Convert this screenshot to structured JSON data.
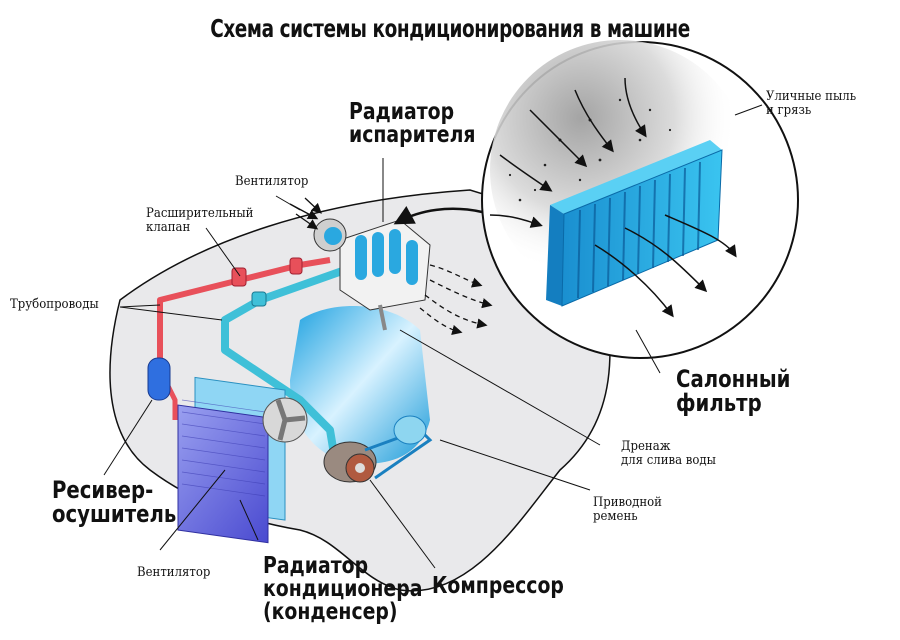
{
  "title": "Схема системы кондиционирования в машине",
  "labels": {
    "evaporator": [
      "Радиатор",
      "испарителя"
    ],
    "fan_top": "Вентилятор",
    "expansion_valve": [
      "Расширительный",
      "клапан"
    ],
    "pipes": "Трубопроводы",
    "street_dust": [
      "Уличные пыль",
      "и грязь"
    ],
    "cabin_filter": [
      "Салонный",
      "фильтр"
    ],
    "drain": [
      "Дренаж",
      "для слива воды"
    ],
    "drive_belt": [
      "Приводной",
      "ремень"
    ],
    "receiver_dryer": [
      "Ресивер-",
      "осушитель"
    ],
    "fan_bottom": "Вентилятор",
    "condenser": [
      "Радиатор",
      "кондиционера",
      "(конденсер)"
    ],
    "compressor": "Компрессор"
  },
  "colors": {
    "hot_line": "#e8505a",
    "cold_line": "#3fc0d8",
    "component_blue": "#2aa8e0",
    "condenser_purple": "#6f6fe0",
    "car_body": "#e8e8ea"
  }
}
